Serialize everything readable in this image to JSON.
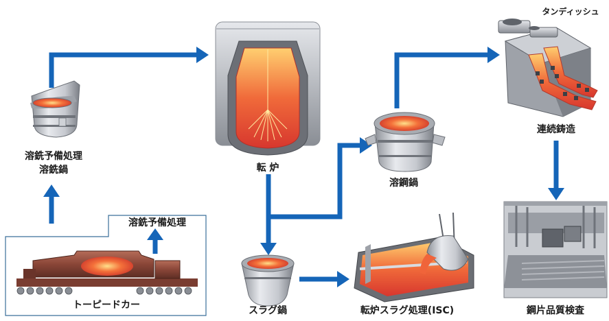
{
  "labels": {
    "tundish": "タンディッシュ",
    "hot_metal_pretreatment_line1": "溶銑予備処理",
    "hot_metal_pretreatment_line2": "溶銑鍋",
    "converter": "転 炉",
    "ladle": "溶鋼鍋",
    "continuous_casting": "連続鋳造",
    "pretreatment_box_title": "溶銑予備処理",
    "torpedo_car": "トーピードカー",
    "slag_pot": "スラグ鍋",
    "slag_treatment": "転炉スラグ処理(ISC)",
    "inspection": "鋼片品質検査"
  },
  "colors": {
    "arrow": "#1565b8",
    "box_border": "#3a6f9a",
    "molten": "#e0483a",
    "metal_light": "#d4d7dc",
    "metal_dark": "#7c8088",
    "torpedo_body": "#8b4a3c"
  }
}
